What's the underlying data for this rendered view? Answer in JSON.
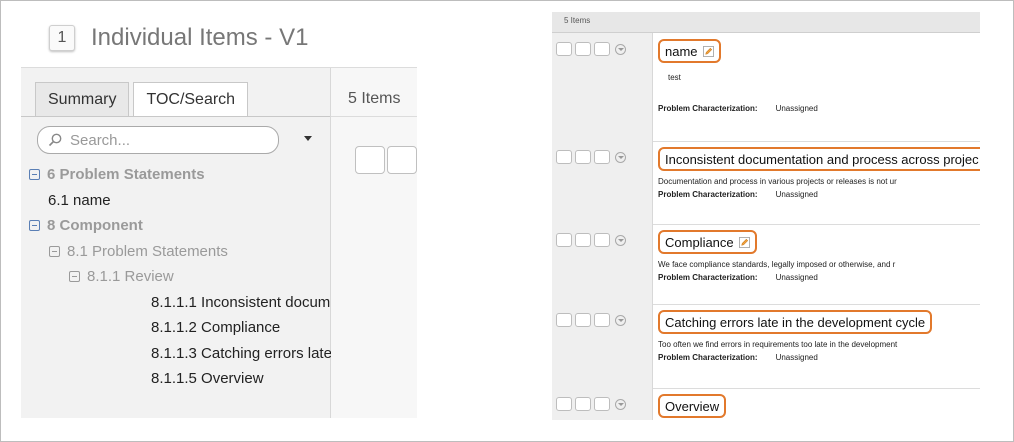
{
  "left_panel": {
    "item_number": "1",
    "title": "Individual Items - V1",
    "tabs": [
      "Summary",
      "TOC/Search"
    ],
    "search_placeholder": "Search...",
    "column_header": "5 Items",
    "tree": [
      {
        "label": "6 Problem Statements",
        "style": "bold-grey",
        "expander": true,
        "indent": 0
      },
      {
        "label": "6.1 name",
        "style": "dark",
        "expander": false,
        "indent": 1
      },
      {
        "label": "8 Component",
        "style": "bold-grey",
        "expander": true,
        "indent": 0
      },
      {
        "label": "8.1 Problem Statements",
        "style": "grey",
        "expander": true,
        "indent": 1
      },
      {
        "label": "8.1.1 Review",
        "style": "grey",
        "expander": true,
        "indent": 2
      },
      {
        "label": "8.1.1.1 Inconsistent docum",
        "style": "dark",
        "expander": false,
        "indent": 3
      },
      {
        "label": "8.1.1.2 Compliance",
        "style": "dark",
        "expander": false,
        "indent": 3
      },
      {
        "label": "8.1.1.3 Catching errors late",
        "style": "dark",
        "expander": false,
        "indent": 3
      },
      {
        "label": "8.1.1.5 Overview",
        "style": "dark",
        "expander": false,
        "indent": 3
      }
    ]
  },
  "right_panel": {
    "header": "5 Items",
    "rows": [
      {
        "title": "name",
        "has_edit_icon": true,
        "description": "test",
        "pc_label": "Problem Characterization:",
        "pc_value": "Unassigned"
      },
      {
        "title": "Inconsistent documentation and process across projec",
        "has_edit_icon": false,
        "description": "Documentation and process in various projects or releases is not ur",
        "pc_label": "Problem Characterization:",
        "pc_value": "Unassigned"
      },
      {
        "title": "Compliance",
        "has_edit_icon": true,
        "description": "We face compliance standards, legally imposed or otherwise, and r",
        "pc_label": "Problem Characterization:",
        "pc_value": "Unassigned"
      },
      {
        "title": "Catching errors late in the development cycle",
        "has_edit_icon": false,
        "description": "Too often we find errors in requirements too late in the development",
        "pc_label": "Problem Characterization:",
        "pc_value": "Unassigned"
      },
      {
        "title": "Overview",
        "has_edit_icon": false,
        "description": "",
        "pc_label": "",
        "pc_value": ""
      }
    ]
  },
  "colors": {
    "highlight_border": "#e2792c",
    "panel_grey": "#f2f2f2"
  }
}
